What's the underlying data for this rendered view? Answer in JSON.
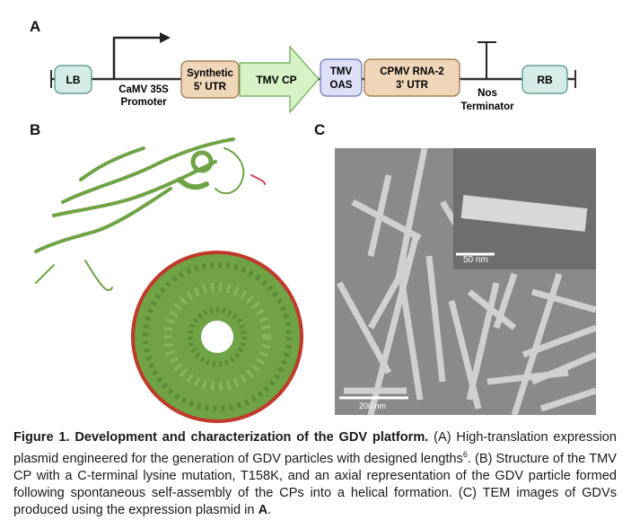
{
  "panels": {
    "a": "A",
    "b": "B",
    "c": "C"
  },
  "plasmid": {
    "lb": "LB",
    "promoter": [
      "CaMV 35S",
      "Promoter"
    ],
    "utr5": [
      "Synthetic",
      "5' UTR"
    ],
    "cp": "TMV CP",
    "oas": [
      "TMV",
      "OAS"
    ],
    "utr3": [
      "CPMV RNA-2",
      "3' UTR"
    ],
    "terminator": [
      "Nos",
      "Terminator"
    ],
    "rb": "RB"
  },
  "tem": {
    "inset_scale": "50 nm",
    "main_scale": "200 nm"
  },
  "caption": {
    "title": "Figure 1. Development and characterization of the GDV platform.",
    "part1": " (A) High-translation expression plasmid engineered for the generation of GDV particles with designed lengths",
    "ref": "6",
    "part2": ". (B) Structure of the TMV CP with a C-terminal lysine mutation, T158K, and an axial representation of the GDV particle formed following spontaneous self-assembly of the CPs into a helical formation. (C) TEM images of GDVs produced using the expression plasmid in ",
    "bold_end": "A",
    "end": "."
  },
  "colors": {
    "lb_rb": "#d5ece8",
    "utr": "#f0d6b8",
    "cp": "#d8f2c8",
    "oas": "#dde0f7",
    "protein": "#6fa346"
  }
}
